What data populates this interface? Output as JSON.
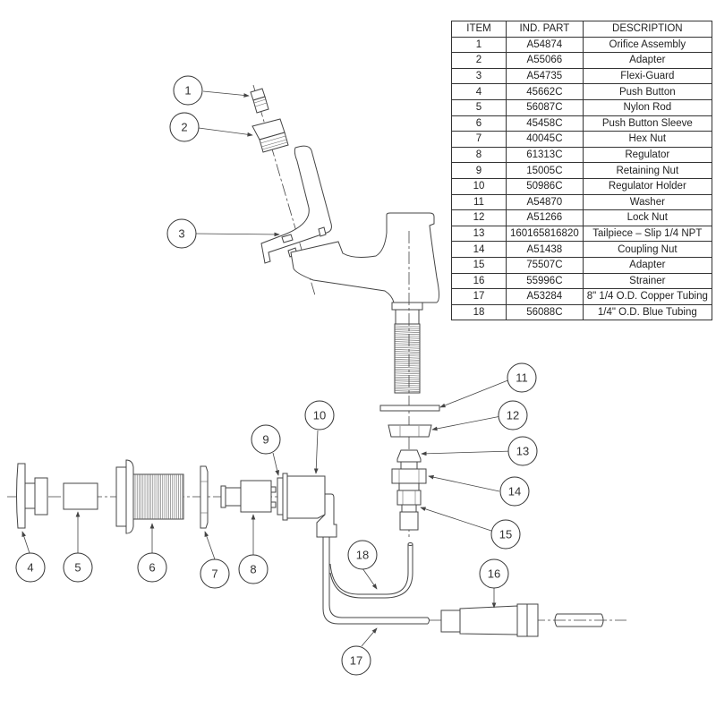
{
  "table": {
    "headers": {
      "item": "ITEM",
      "part": "IND. PART",
      "desc": "DESCRIPTION"
    },
    "rows": [
      {
        "item": "1",
        "part": "A54874",
        "desc": "Orifice Assembly"
      },
      {
        "item": "2",
        "part": "A55066",
        "desc": "Adapter"
      },
      {
        "item": "3",
        "part": "A54735",
        "desc": "Flexi-Guard"
      },
      {
        "item": "4",
        "part": "45662C",
        "desc": "Push Button"
      },
      {
        "item": "5",
        "part": "56087C",
        "desc": "Nylon Rod"
      },
      {
        "item": "6",
        "part": "45458C",
        "desc": "Push Button Sleeve"
      },
      {
        "item": "7",
        "part": "40045C",
        "desc": "Hex Nut"
      },
      {
        "item": "8",
        "part": "61313C",
        "desc": "Regulator"
      },
      {
        "item": "9",
        "part": "15005C",
        "desc": "Retaining Nut"
      },
      {
        "item": "10",
        "part": "50986C",
        "desc": "Regulator Holder"
      },
      {
        "item": "11",
        "part": "A54870",
        "desc": "Washer"
      },
      {
        "item": "12",
        "part": "A51266",
        "desc": "Lock Nut"
      },
      {
        "item": "13",
        "part": "160165816820",
        "desc": "Tailpiece – Slip 1/4 NPT"
      },
      {
        "item": "14",
        "part": "A51438",
        "desc": "Coupling Nut"
      },
      {
        "item": "15",
        "part": "75507C",
        "desc": "Adapter"
      },
      {
        "item": "16",
        "part": "55996C",
        "desc": "Strainer"
      },
      {
        "item": "17",
        "part": "A53284",
        "desc": "8\" 1/4 O.D. Copper Tubing"
      },
      {
        "item": "18",
        "part": "56088C",
        "desc": "1/4\" O.D. Blue Tubing"
      }
    ]
  },
  "callouts": [
    "1",
    "2",
    "3",
    "4",
    "5",
    "6",
    "7",
    "8",
    "9",
    "10",
    "11",
    "12",
    "13",
    "14",
    "15",
    "16",
    "17",
    "18"
  ]
}
